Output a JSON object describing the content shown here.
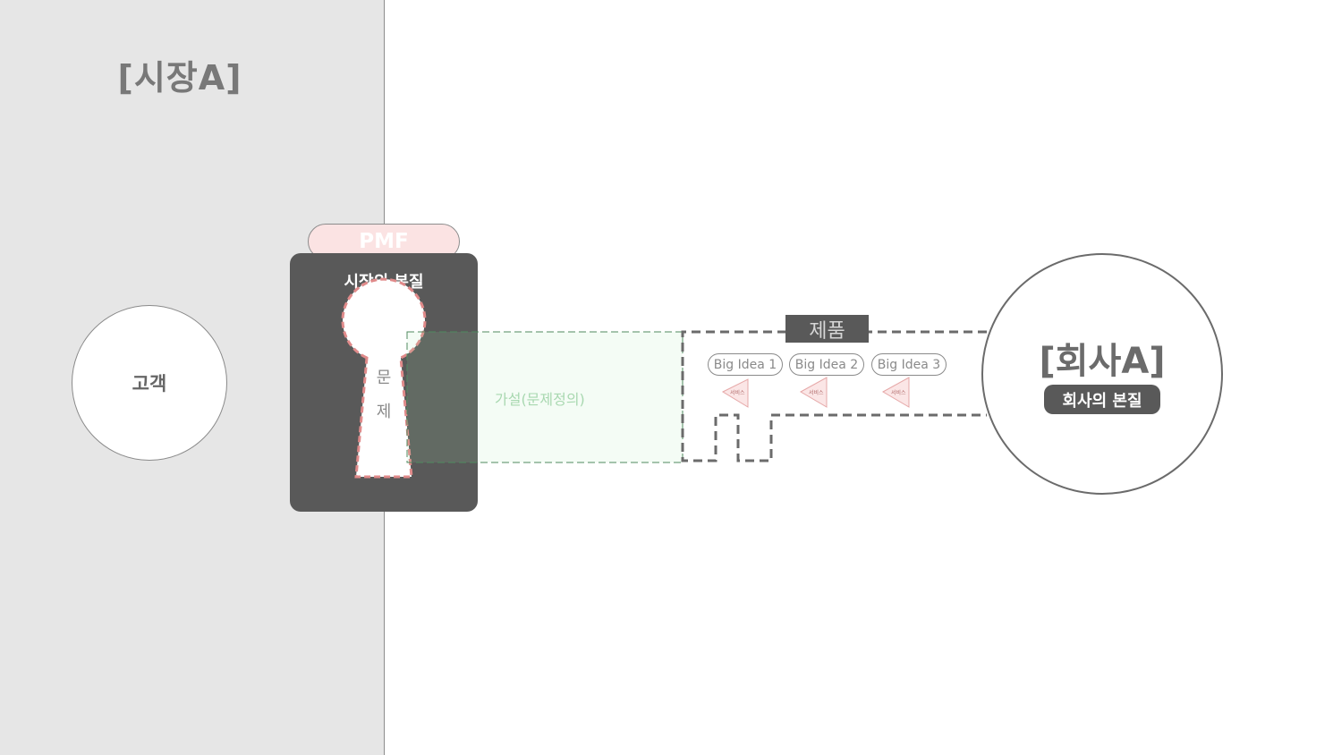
{
  "market": {
    "title": "[시장A]"
  },
  "customer": {
    "label": "고객"
  },
  "pmf": {
    "label": "PMF"
  },
  "market_essence": {
    "label": "시장의 본질"
  },
  "keyhole": {
    "chars": [
      "문",
      "제"
    ]
  },
  "hypothesis": {
    "label": "가설(문제정의)"
  },
  "product": {
    "label": "제품"
  },
  "ideas": [
    {
      "label": "Big Idea 1",
      "service": "서비스"
    },
    {
      "label": "Big Idea 2",
      "service": "서비스"
    },
    {
      "label": "Big Idea 3",
      "service": "서비스"
    }
  ],
  "company": {
    "title": "[회사A]",
    "essence": "회사의 본질"
  },
  "colors": {
    "market_bg": "#e6e6e6",
    "dark_box": "#595959",
    "pmf_pink": "#fbe3e3",
    "keyhole_border": "#e08a8a",
    "hypothesis_green": "#a8d8b0"
  }
}
